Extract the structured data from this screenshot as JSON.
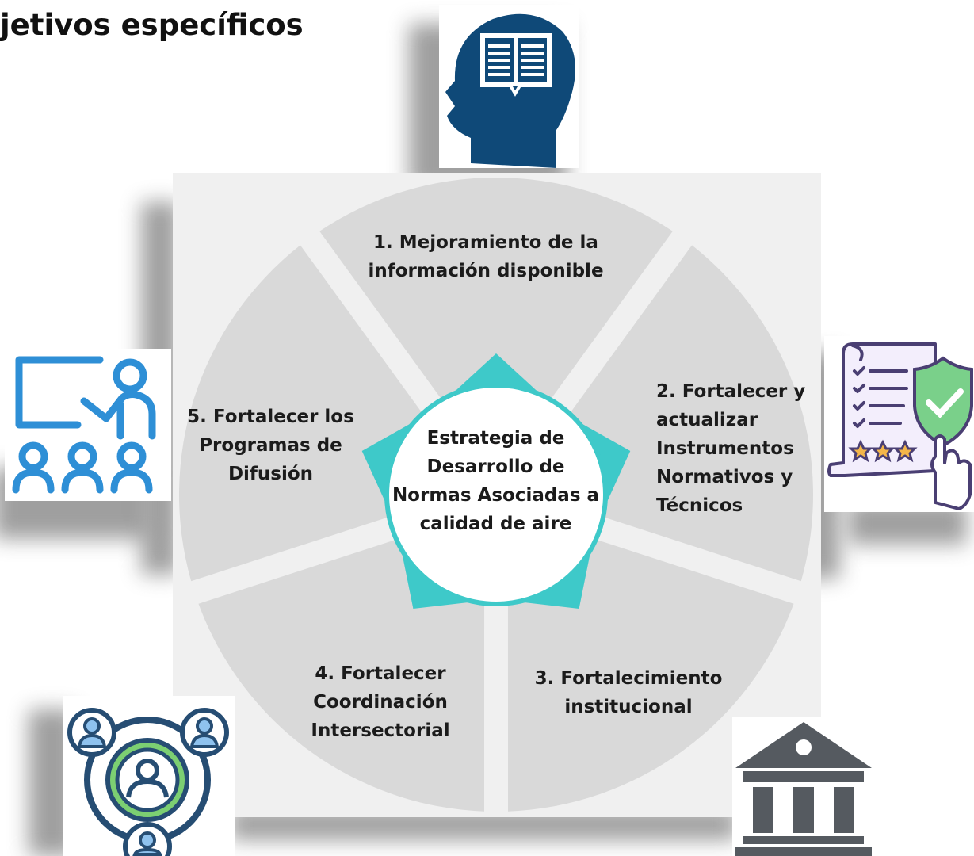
{
  "title": "jetivos específicos",
  "center_text": "Estrategia de Desarrollo de Normas Asociadas a calidad de aire",
  "segments": [
    {
      "label": "1. Mejoramiento de la información disponible",
      "icon": "head-book-icon"
    },
    {
      "label": "2. Fortalecer y actualizar Instrumentos Normativos y Técnicos",
      "icon": "checklist-shield-icon"
    },
    {
      "label": "3. Fortalecimiento institucional",
      "icon": "institution-building-icon"
    },
    {
      "label": "4. Fortalecer Coordinación Intersectorial",
      "icon": "network-people-icon"
    },
    {
      "label": "5. Fortalecer los Programas de Difusión",
      "icon": "teacher-audience-icon"
    }
  ],
  "colors": {
    "segment_fill": "#d9d9d9",
    "board_fill": "#f0f0f0",
    "center_ring": "#3ec9c9",
    "head_icon": "#0f4978",
    "presenter_icon": "#2e8fd6",
    "shield_icon": "#7ad08a",
    "building_icon": "#555a60",
    "network_ring": "#264d73"
  }
}
